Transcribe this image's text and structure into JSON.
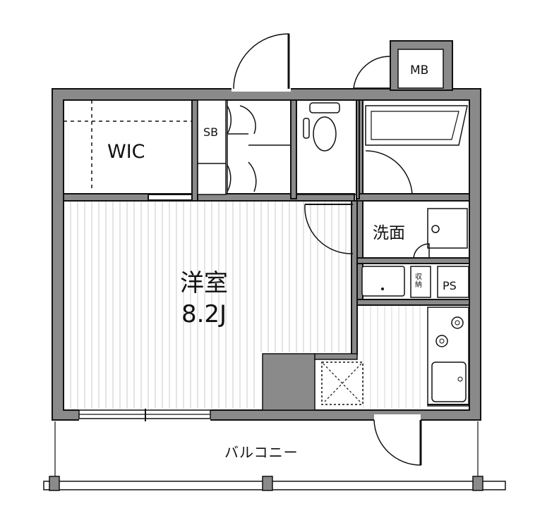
{
  "plan": {
    "rooms": {
      "main_room_name": "洋室",
      "main_room_size": "8.2J",
      "walk_in_closet": "WIC",
      "shoe_box": "SB",
      "washroom": "洗面",
      "storage": "収納",
      "pipe_space": "PS",
      "meter_box": "MB",
      "balcony": "バルコニー"
    }
  }
}
